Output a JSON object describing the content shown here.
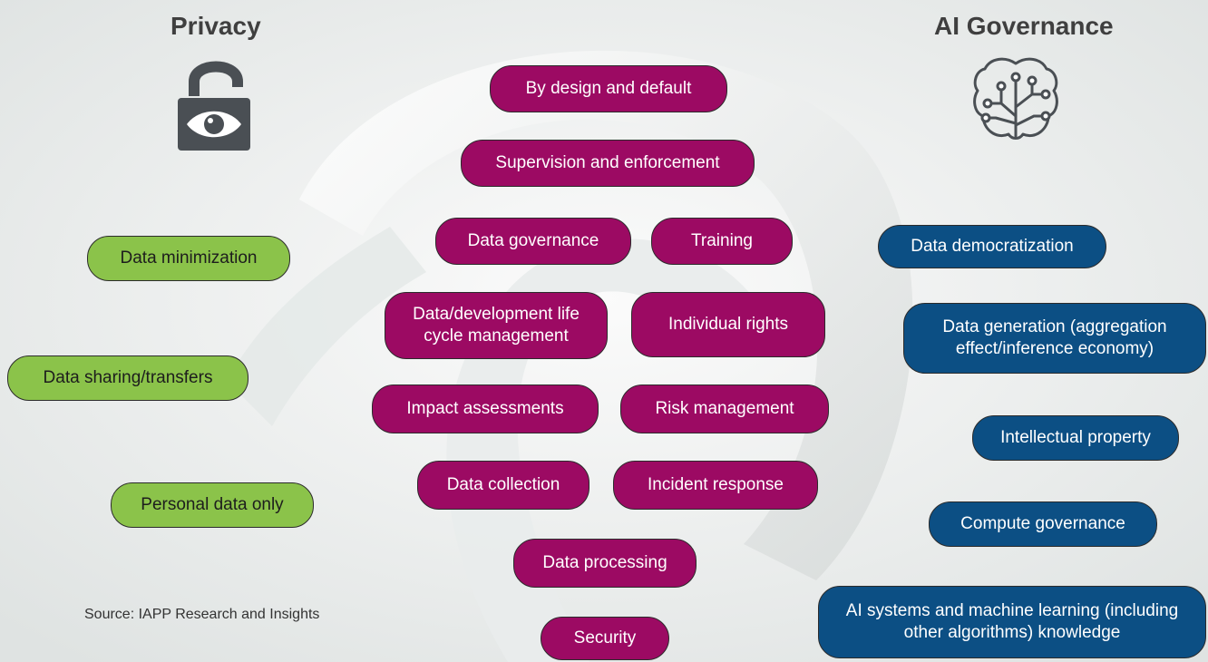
{
  "headings": {
    "privacy": "Privacy",
    "ai_governance": "AI Governance"
  },
  "icons": {
    "privacy": "open-padlock-eye-icon",
    "ai_governance": "circuit-brain-icon"
  },
  "colors": {
    "privacy": "#8bc34a",
    "shared": "#9c0a63",
    "ai_governance": "#0c4f84",
    "icon": "#4a4f54"
  },
  "privacy_items": [
    "Data minimization",
    "Data sharing/transfers",
    "Personal data only"
  ],
  "shared_items": [
    "By design and default",
    "Supervision and enforcement",
    "Data governance",
    "Training",
    "Data/development life cycle management",
    "Individual rights",
    "Impact assessments",
    "Risk management",
    "Data collection",
    "Incident response",
    "Data processing",
    "Security"
  ],
  "ai_governance_items": [
    "Data democratization",
    "Data generation (aggregation effect/inference economy)",
    "Intellectual property",
    "Compute governance",
    "AI systems and machine learning (including other algorithms) knowledge"
  ],
  "source": "Source: IAPP Research and Insights"
}
